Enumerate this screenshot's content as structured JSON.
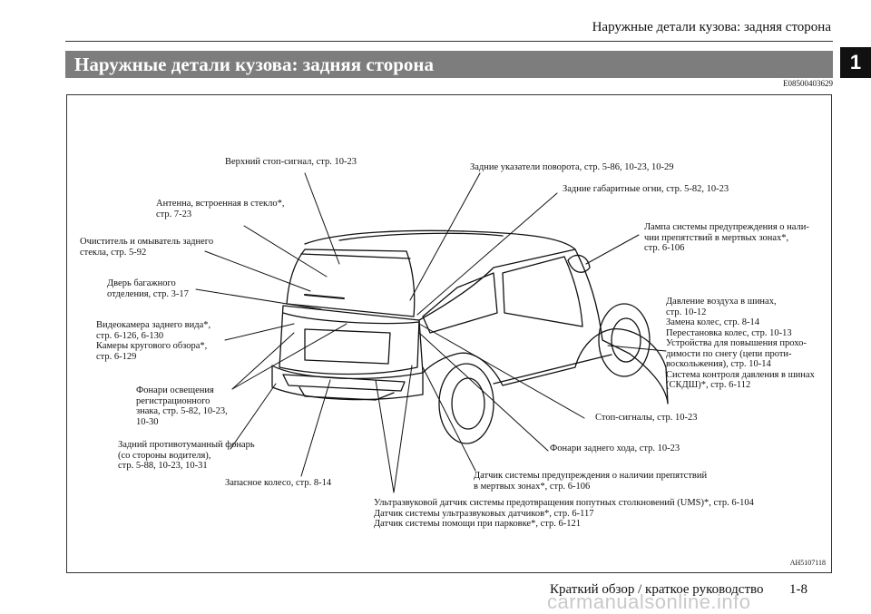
{
  "running_header": "Наружные детали кузова: задняя сторона",
  "chapter_number": "1",
  "section_title": "Наружные детали кузова: задняя сторона",
  "doc_code": "E08500403629",
  "figure_code": "AH5107118",
  "labels": {
    "rear_stop_lamp": "Верхний стоп-сигнал, стр. 10-23",
    "turn_signals": "Задние указатели поворота, стр. 5-86, 10-23, 10-29",
    "tail_lights": "Задние габаритные огни, стр. 5-82, 10-23",
    "antenna": "Антенна, встроенная в стекло*,\nстр. 7-23",
    "wiper": "Очиститель и омыватель заднего\nстекла, стр. 5-92",
    "blind_spot_lamp": "Лампа системы предупреждения о нали-\nчии препятствий в мертвых зонах*,\nстр. 6-106",
    "tailgate": "Дверь багажного\nотделения, стр. 3-17",
    "tire_pressure": "Давление воздуха в шинах,\nстр. 10-12\nЗамена колес, стр. 8-14\nПерестановка колес, стр. 10-13\nУстройства для повышения прохо-\nдимости по снегу (цепи проти-\nвоскольжения), стр. 10-14\nСистема контроля давления в шинах\n(СКДШ)*, стр. 6-112",
    "camera": "Видеокамера заднего вида*,\nстр. 6-126, 6-130\nКамеры кругового обзора*,\nстр. 6-129",
    "license_lamps": "Фонари освещения\nрегистрационного\nзнака, стр. 5-82, 10-23,\n10-30",
    "stop_lamps": "Стоп-сигналы, стр. 10-23",
    "fog_lamp": "Задний противотуманный фонарь\n(со стороны водителя),\nстр. 5-88, 10-23, 10-31",
    "reverse_lamps": "Фонари заднего хода, стр. 10-23",
    "spare_wheel": "Запасное колесо, стр. 8-14",
    "bsw_sensor": "Датчик системы предупреждения о наличии препятствий\nв мертвых зонах*, стр. 6-106",
    "ultrasonic": "Ультразвуковой датчик системы предотвращения попутных столкновений (UMS)*, стр. 6-104\nДатчик системы ультразвуковых датчиков*, стр. 6-117\nДатчик системы помощи при парковке*, стр. 6-121"
  },
  "footer_text": "Краткий обзор / краткое руководство",
  "page_number": "1-8",
  "watermark": "carmanualsonline.info"
}
